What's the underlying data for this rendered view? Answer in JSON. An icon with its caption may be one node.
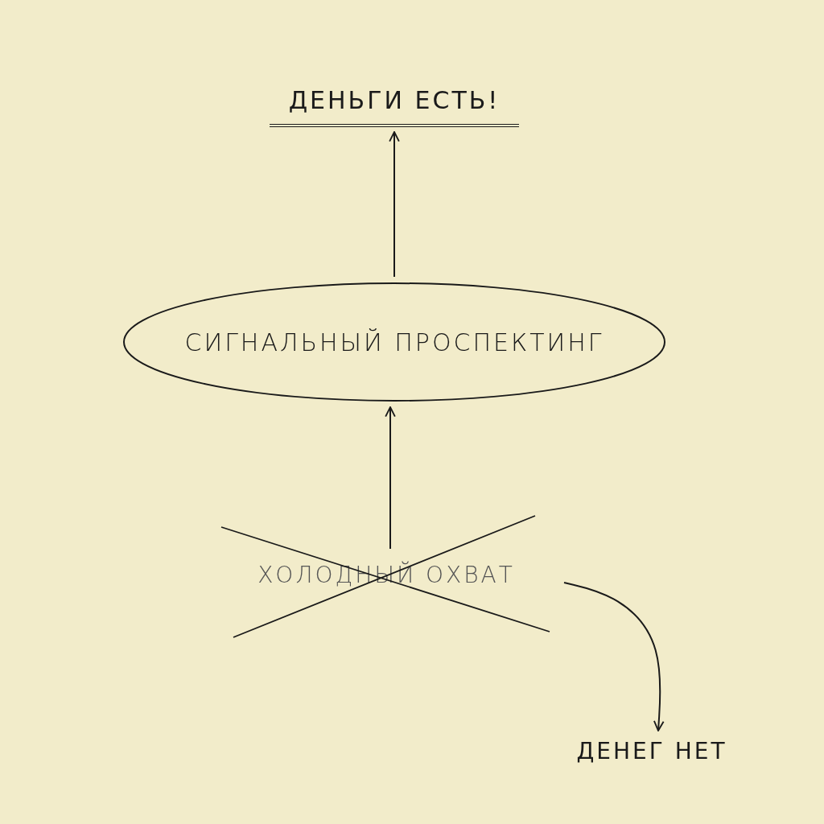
{
  "diagram": {
    "nodes": [
      {
        "text": [
          "ДЕНЬГИ ЕСТЬ!"
        ]
      },
      {
        "text": [
          "СИГНАЛЬНЫЙ ПРОСПЕКТИНГ"
        ]
      },
      {
        "text": [
          "ХОЛОДНЫЙ ОХВАТ"
        ]
      },
      {
        "text": [
          "ДЕНЕГ НЕТ"
        ]
      }
    ],
    "edges": [
      {
        "from": 2,
        "to": 1,
        "arrow": "to"
      },
      {
        "from": 1,
        "to": 0,
        "arrow": "to"
      },
      {
        "from": 2,
        "to": 3,
        "arrow": "to"
      }
    ]
  }
}
